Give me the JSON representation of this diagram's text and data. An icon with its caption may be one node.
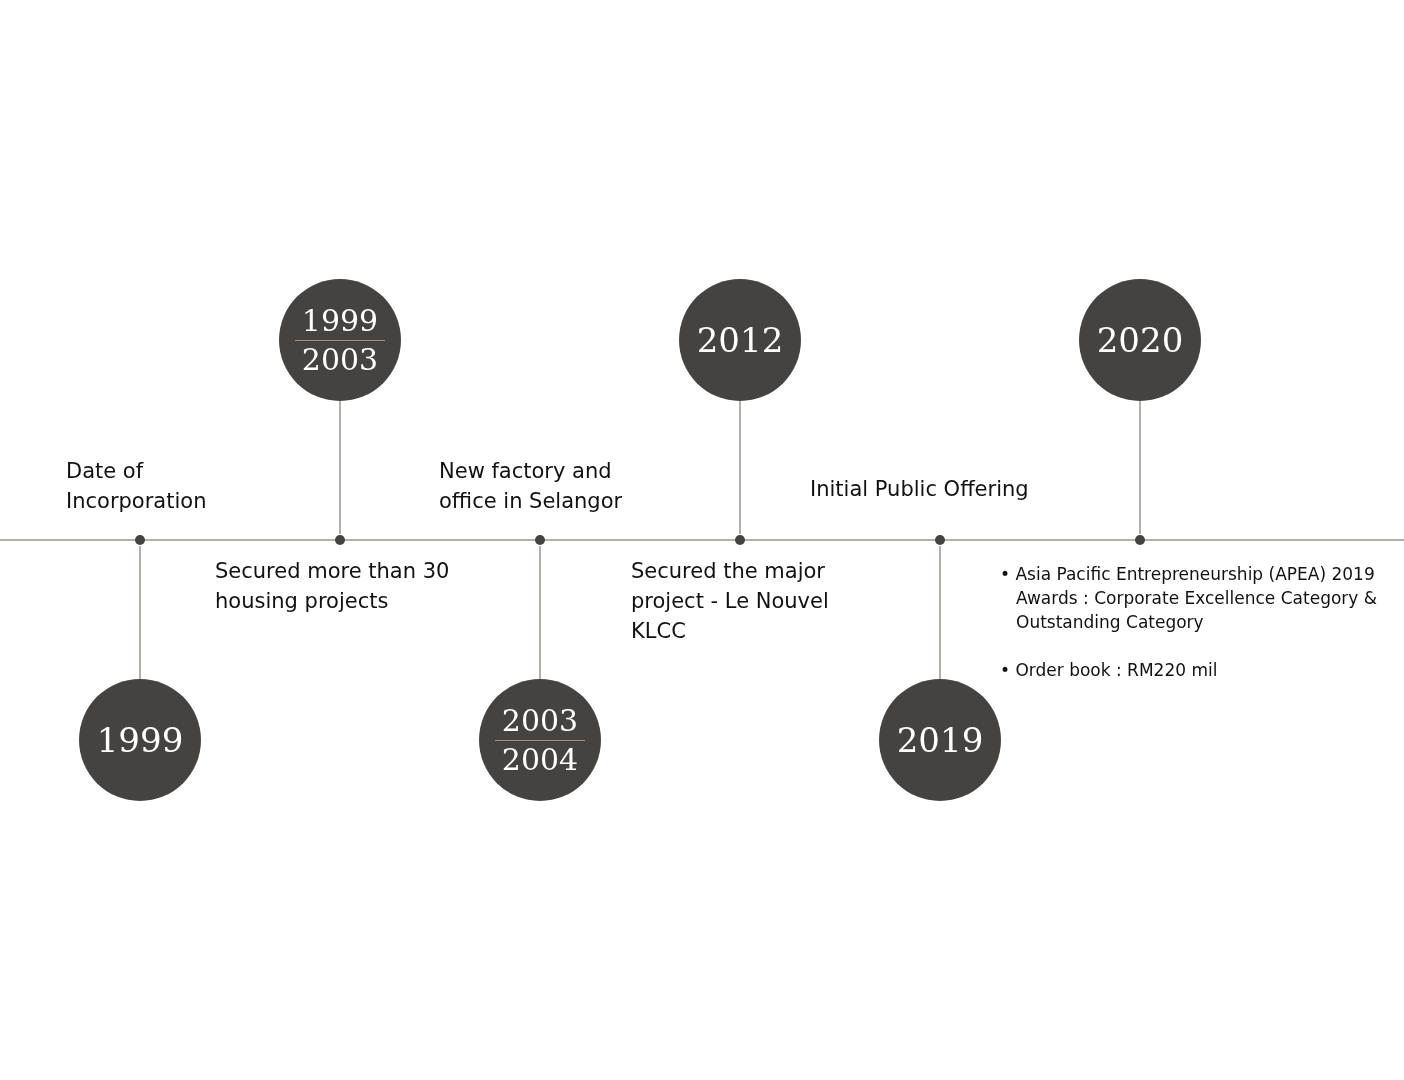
{
  "diagram": {
    "nodes": [
      {
        "text": [
          "1999"
        ]
      },
      {
        "text": [
          "1999",
          "2003"
        ]
      },
      {
        "text": [
          "2003",
          "2004"
        ]
      },
      {
        "text": [
          "2012"
        ]
      },
      {
        "text": [
          "2019"
        ]
      },
      {
        "text": [
          "2020"
        ]
      },
      {
        "text": [],
        "shape": "circle"
      },
      {
        "text": [],
        "shape": "circle"
      },
      {
        "text": [],
        "shape": "circle"
      },
      {
        "text": [],
        "shape": "circle"
      },
      {
        "text": [],
        "shape": "circle"
      },
      {
        "text": [],
        "shape": "circle"
      }
    ],
    "edges": [
      {
        "from": 0,
        "to": 6,
        "arrow": "none"
      },
      {
        "from": 1,
        "to": 7,
        "arrow": "none"
      },
      {
        "from": 2,
        "to": 8,
        "arrow": "none"
      },
      {
        "from": 3,
        "to": 9,
        "arrow": "none"
      },
      {
        "from": 4,
        "to": 10,
        "arrow": "none"
      },
      {
        "from": 5,
        "to": 11,
        "arrow": "none"
      }
    ],
    "labels": [
      "Date of Incorporation",
      "New factory and office in Selangor",
      "Initial Public Offering",
      "Secured more than 30 housing projects",
      "Secured the major project - Le Nouvel KLCC",
      "• Asia Pacific Entrepreneurship (APEA) 2019 Awards : Corporate Excellence Category & Outstanding Category",
      "• Order book : RM220 mil"
    ]
  }
}
